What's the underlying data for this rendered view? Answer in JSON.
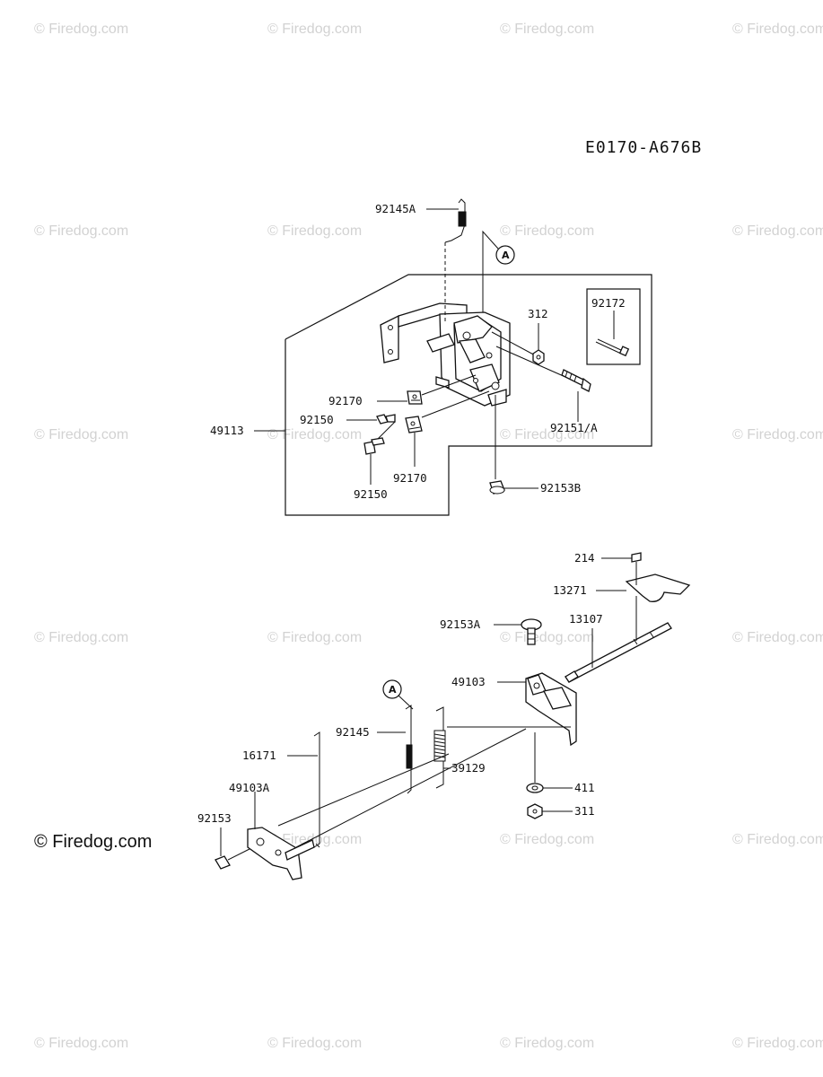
{
  "diagram_code": "E0170-A676B",
  "watermark": {
    "text": "© Firedog.com",
    "main_text": "© Firedog.com"
  },
  "ref_marker": "A",
  "inset_label": "92172",
  "parts": {
    "p92145A": "92145A",
    "p312": "312",
    "p92172": "92172",
    "p92170_top": "92170",
    "p92150_top": "92150",
    "p49113": "49113",
    "p92151A": "92151/A",
    "p92150_bottom": "92150",
    "p92170_bottom": "92170",
    "p92153B": "92153B",
    "p214": "214",
    "p13271": "13271",
    "p92153A": "92153A",
    "p13107": "13107",
    "p49103": "49103",
    "p92145": "92145",
    "p16171": "16171",
    "p39129": "39129",
    "p49103A": "49103A",
    "p411": "411",
    "p92153": "92153",
    "p311": "311"
  }
}
